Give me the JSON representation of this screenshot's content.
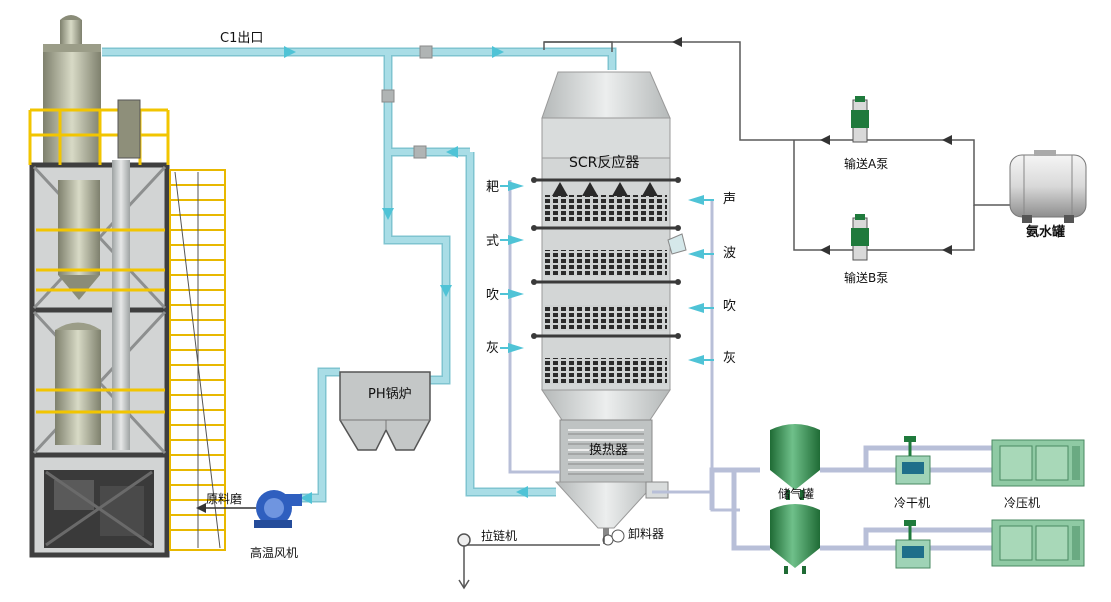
{
  "colors": {
    "duct": "#a9dde6",
    "duct_edge": "#7fc4d0",
    "flow_arrow": "#3fb6c9",
    "pipe_gray": "#b8bfd8",
    "line": "#5a5a5a",
    "yellow": "#f2c500",
    "frame": "#4a4a4a",
    "steel": "#c9cccc",
    "tank_green": "#2f8f4a",
    "unit_green": "#8bc7a0",
    "fan_blue": "#2f5fbf"
  },
  "labels": {
    "c1_outlet": "C1出口",
    "scr_reactor": "SCR反应器",
    "pump_a": "输送A泵",
    "pump_b": "输送B泵",
    "ammonia_tank": "氨水罐",
    "ph_boiler": "PH锅炉",
    "heat_exchanger": "换热器",
    "raw_mill": "原料磨",
    "high_temp_fan": "高温风机",
    "chain_conveyor": "拉链机",
    "unloader": "卸料器",
    "gas_tank": "储气罐",
    "dryer": "冷干机",
    "compressor": "冷压机"
  },
  "rake_soot_blowing": [
    "耙",
    "式",
    "吹",
    "灰"
  ],
  "sonic_soot_blowing": [
    "声",
    "波",
    "吹",
    "灰"
  ]
}
